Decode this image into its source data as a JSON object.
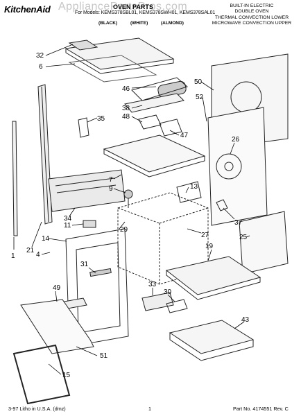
{
  "header": {
    "brand": "KitchenAid",
    "watermark": "AppliancePartsPros.com",
    "title": "OVEN PARTS",
    "models": "For Models: KEMS378SBL01, KEMS378SWH01, KEMS378SAL01",
    "colors": [
      "(BLACK)",
      "(WHITE)",
      "(ALMOND)"
    ],
    "description": [
      "BUILT-IN ELECTRIC",
      "DOUBLE OVEN",
      "THERMAL CONVECTION LOWER",
      "MICROWAVE CONVECTION UPPER"
    ]
  },
  "callouts": [
    "32",
    "6",
    "46",
    "50",
    "52",
    "38",
    "48",
    "35",
    "47",
    "26",
    "7",
    "9",
    "13",
    "34",
    "37",
    "11",
    "29",
    "14",
    "27",
    "25",
    "4",
    "19",
    "31",
    "49",
    "33",
    "30",
    "43",
    "51",
    "15",
    "1",
    "21"
  ],
  "footer": {
    "left": "3-97 Litho in U.S.A. (dmz)",
    "center": "1",
    "right": "Part No. 4174551 Rev. C"
  }
}
